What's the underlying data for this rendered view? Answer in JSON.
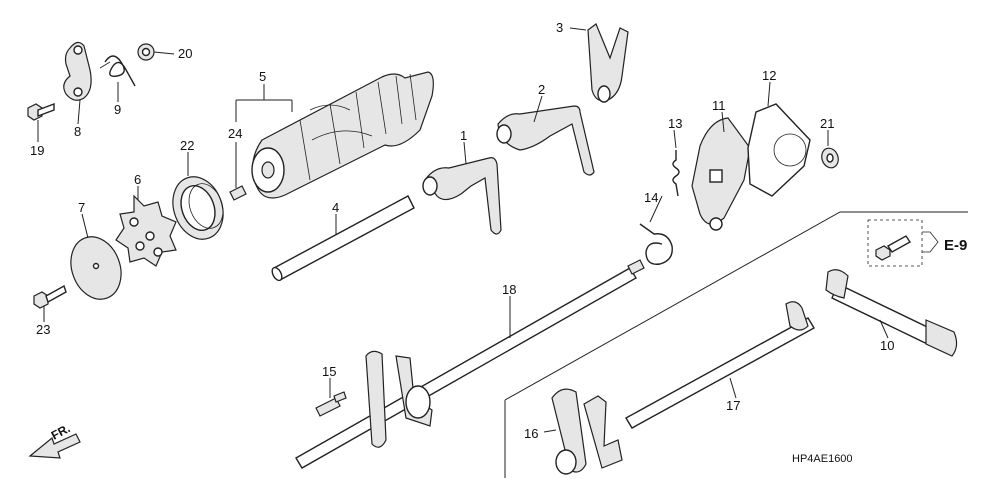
{
  "diagram_code": "HP4AE1600",
  "reference": "E-9",
  "direction": "FR.",
  "callouts": [
    "1",
    "2",
    "3",
    "4",
    "5",
    "6",
    "7",
    "8",
    "9",
    "10",
    "11",
    "12",
    "13",
    "14",
    "15",
    "16",
    "17",
    "18",
    "19",
    "20",
    "21",
    "22",
    "23",
    "24"
  ]
}
